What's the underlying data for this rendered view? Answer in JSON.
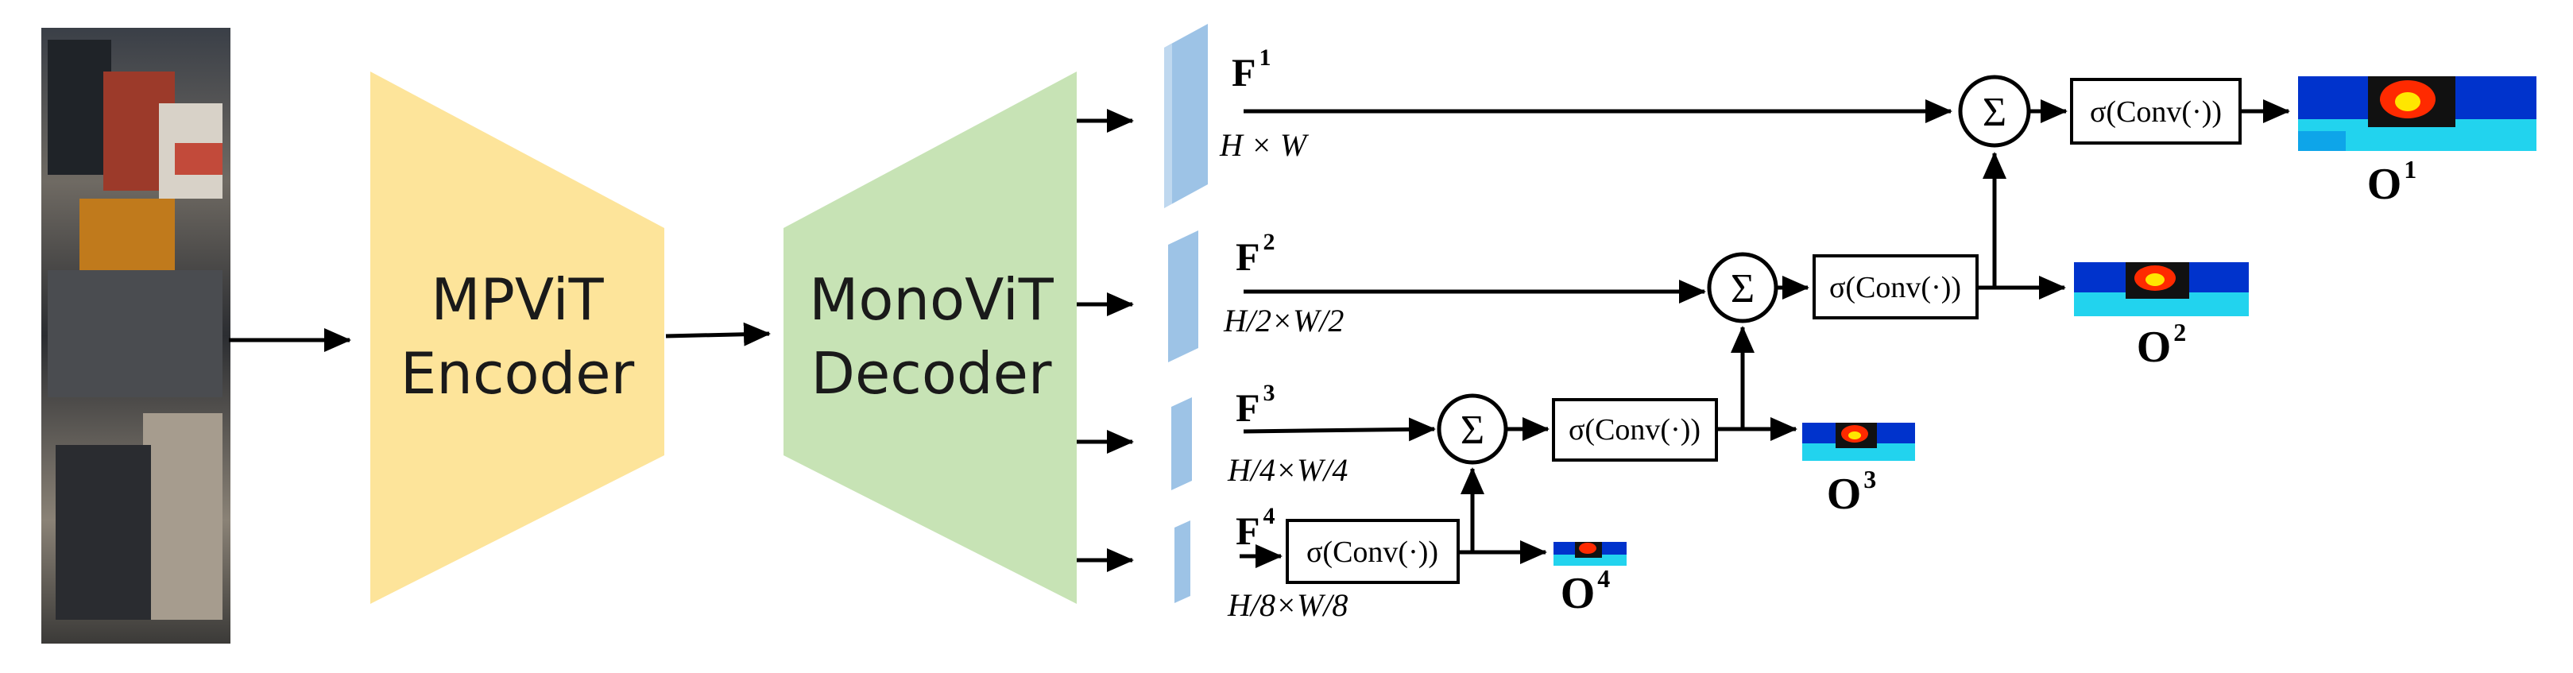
{
  "encoder": {
    "line1": "MPViT",
    "line2": "Encoder",
    "color": "#FDE49A"
  },
  "decoder": {
    "line1": "MonoViT",
    "line2": "Decoder",
    "color": "#C7E3B5"
  },
  "feature_color": "#9DC3E6",
  "features": [
    {
      "base": "F",
      "sup": "1",
      "res": "H × W"
    },
    {
      "base": "F",
      "sup": "2",
      "res": "H/2×W/2"
    },
    {
      "base": "F",
      "sup": "3",
      "res": "H/4×W/4"
    },
    {
      "base": "F",
      "sup": "4",
      "res": "H/8×W/8"
    }
  ],
  "conv": "σ(Conv(·))",
  "sum": "Σ",
  "outputs": [
    {
      "base": "O",
      "sup": "1"
    },
    {
      "base": "O",
      "sup": "2"
    },
    {
      "base": "O",
      "sup": "3"
    },
    {
      "base": "O",
      "sup": "4"
    }
  ]
}
